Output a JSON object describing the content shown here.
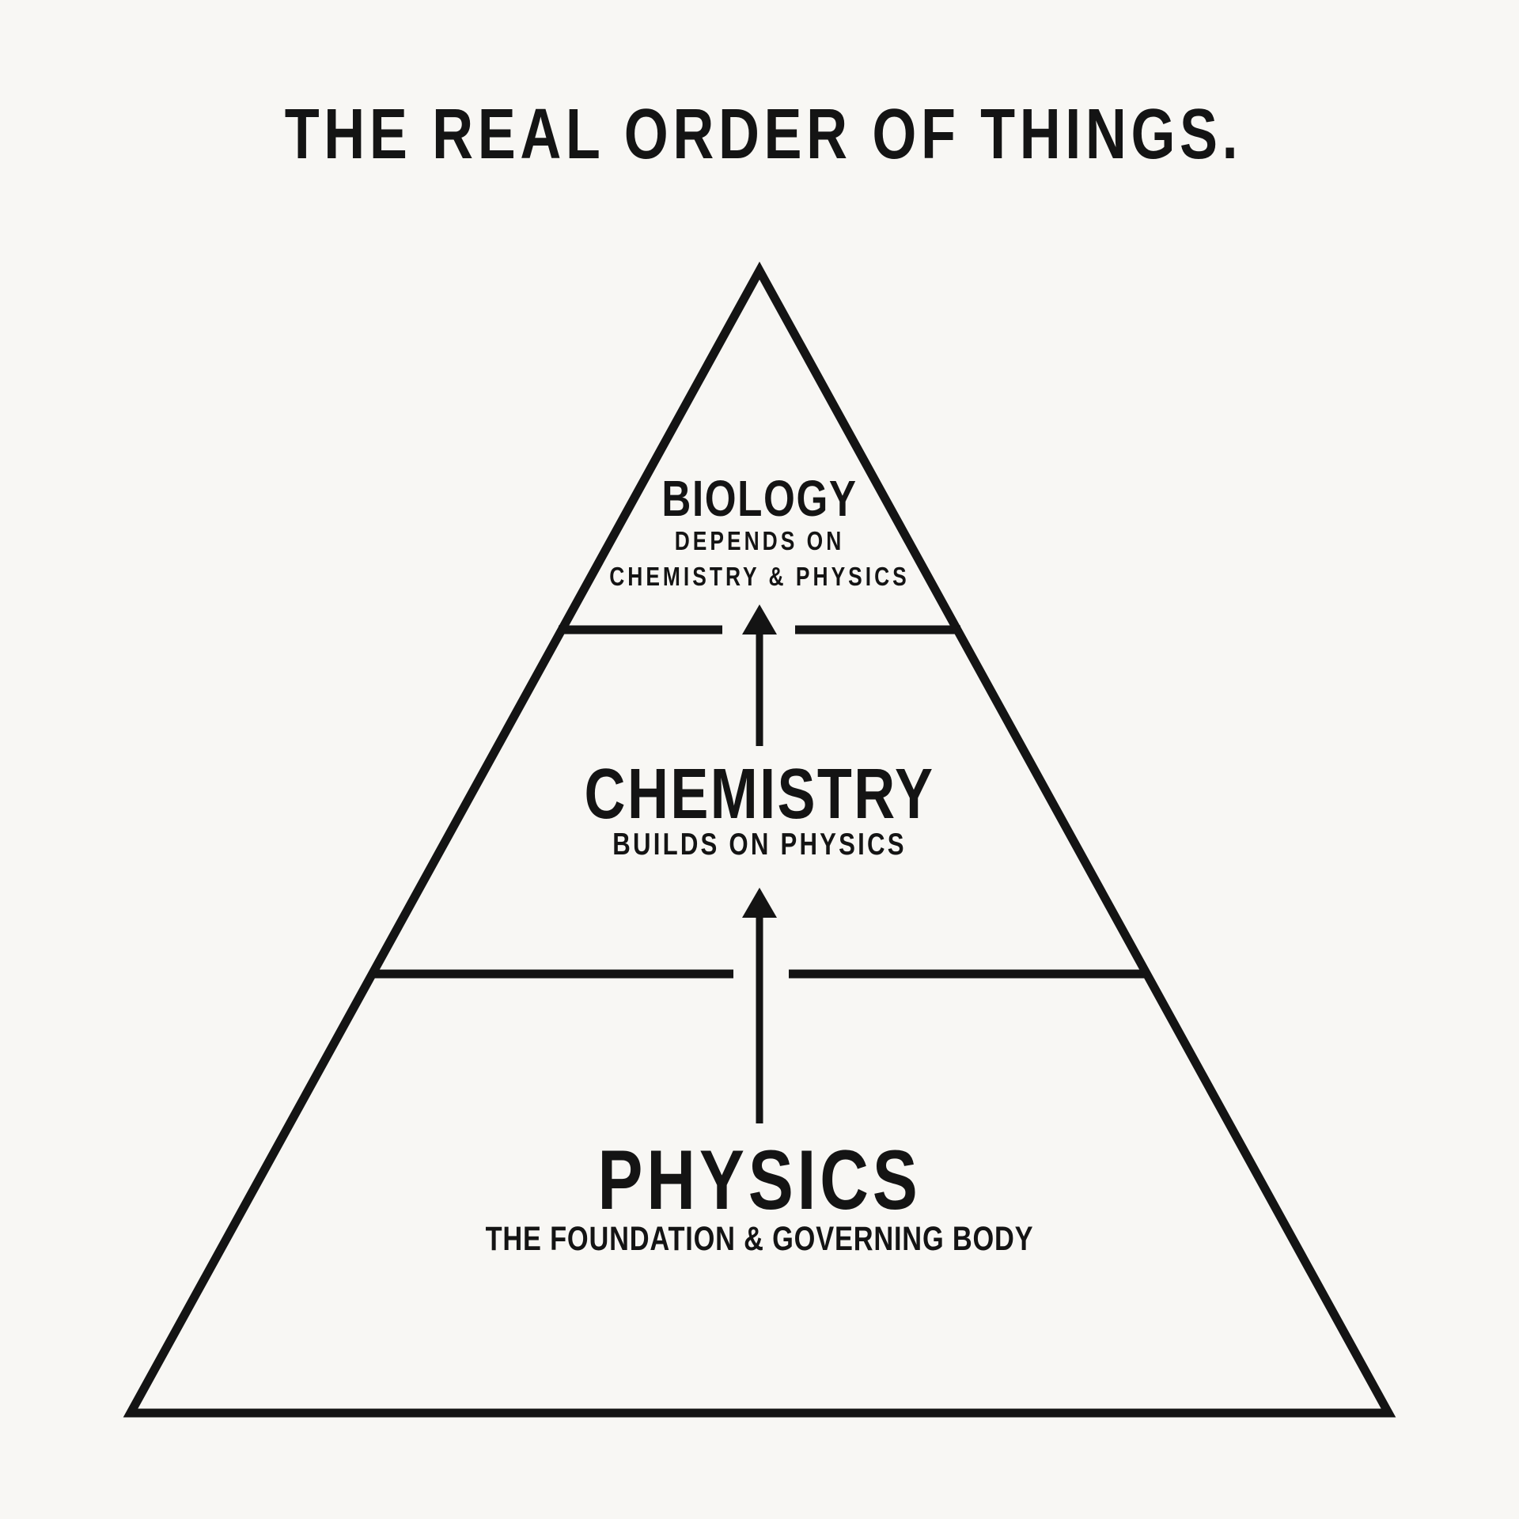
{
  "colors": {
    "background": "#f8f7f4",
    "ink": "#141414"
  },
  "header": {
    "title": "THE REAL ORDER OF THINGS."
  },
  "pyramid": {
    "levels": [
      {
        "name": "BIOLOGY",
        "subtitle_lines": [
          "DEPENDS ON",
          "CHEMISTRY & PHYSICS"
        ]
      },
      {
        "name": "CHEMISTRY",
        "subtitle_lines": [
          "BUILDS ON PHYSICS"
        ]
      },
      {
        "name": "PHYSICS",
        "subtitle_lines": [
          "THE FOUNDATION & GOVERNING BODY"
        ]
      }
    ],
    "arrows": [
      {
        "from": "CHEMISTRY",
        "to": "BIOLOGY",
        "direction": "up"
      },
      {
        "from": "PHYSICS",
        "to": "CHEMISTRY",
        "direction": "up"
      }
    ]
  }
}
